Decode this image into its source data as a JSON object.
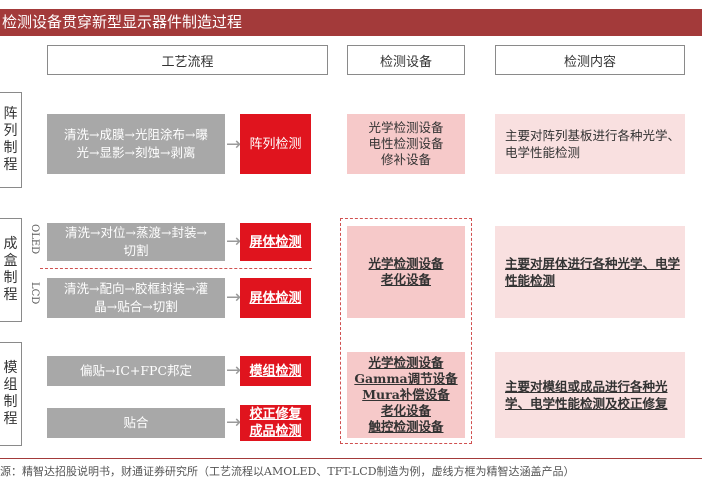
{
  "title": "检测设备贯穿新型显示器件制造过程",
  "headers": {
    "process": "工艺流程",
    "equipment": "检测设备",
    "content": "检测内容"
  },
  "stages": {
    "array": "阵列制程",
    "cell": "成盒制程",
    "module": "模组制程"
  },
  "side_labels": {
    "oled": "OLED",
    "lcd": "LCD"
  },
  "processes": {
    "array": "清洗→成膜→光阻涂布→曝光→显影→刻蚀→剥离",
    "oled": "清洗→对位→蒸渡→封装→切割",
    "lcd": "清洗→配向→胶框封装→灌晶→贴合→切割",
    "module_1": "偏贴→IC+FPC邦定",
    "module_2": "贴合"
  },
  "inspections": {
    "array": "阵列检测",
    "oled": "屏体检测",
    "lcd": "屏体检测",
    "module_1": "模组检测",
    "module_2a": "校正修复",
    "module_2b": "成品检测"
  },
  "equipment": {
    "array": [
      "光学检测设备",
      "电性检测设备",
      "修补设备"
    ],
    "cell": [
      "光学检测设备",
      "老化设备"
    ],
    "module": [
      "光学检测设备",
      "Gamma调节设备",
      "Mura补偿设备",
      "老化设备",
      "触控检测设备"
    ]
  },
  "content": {
    "array": "主要对阵列基板进行各种光学、电学性能检测",
    "cell": "主要对屏体进行各种光学、电学性能检测",
    "module": "主要对模组或成品进行各种光学、电学性能检测及校正修复"
  },
  "source": "源：精智达招股说明书，财通证券研究所（工艺流程以AMOLED、TFT-LCD制造为例，虚线方框为精智达涵盖产品）",
  "colors": {
    "title_bg": "#a33a3a",
    "gray": "#a8a8a8",
    "red": "#e0141e",
    "pink": "#f6c9c9",
    "light_pink": "#f9e0e0",
    "dashed": "#d05050"
  }
}
